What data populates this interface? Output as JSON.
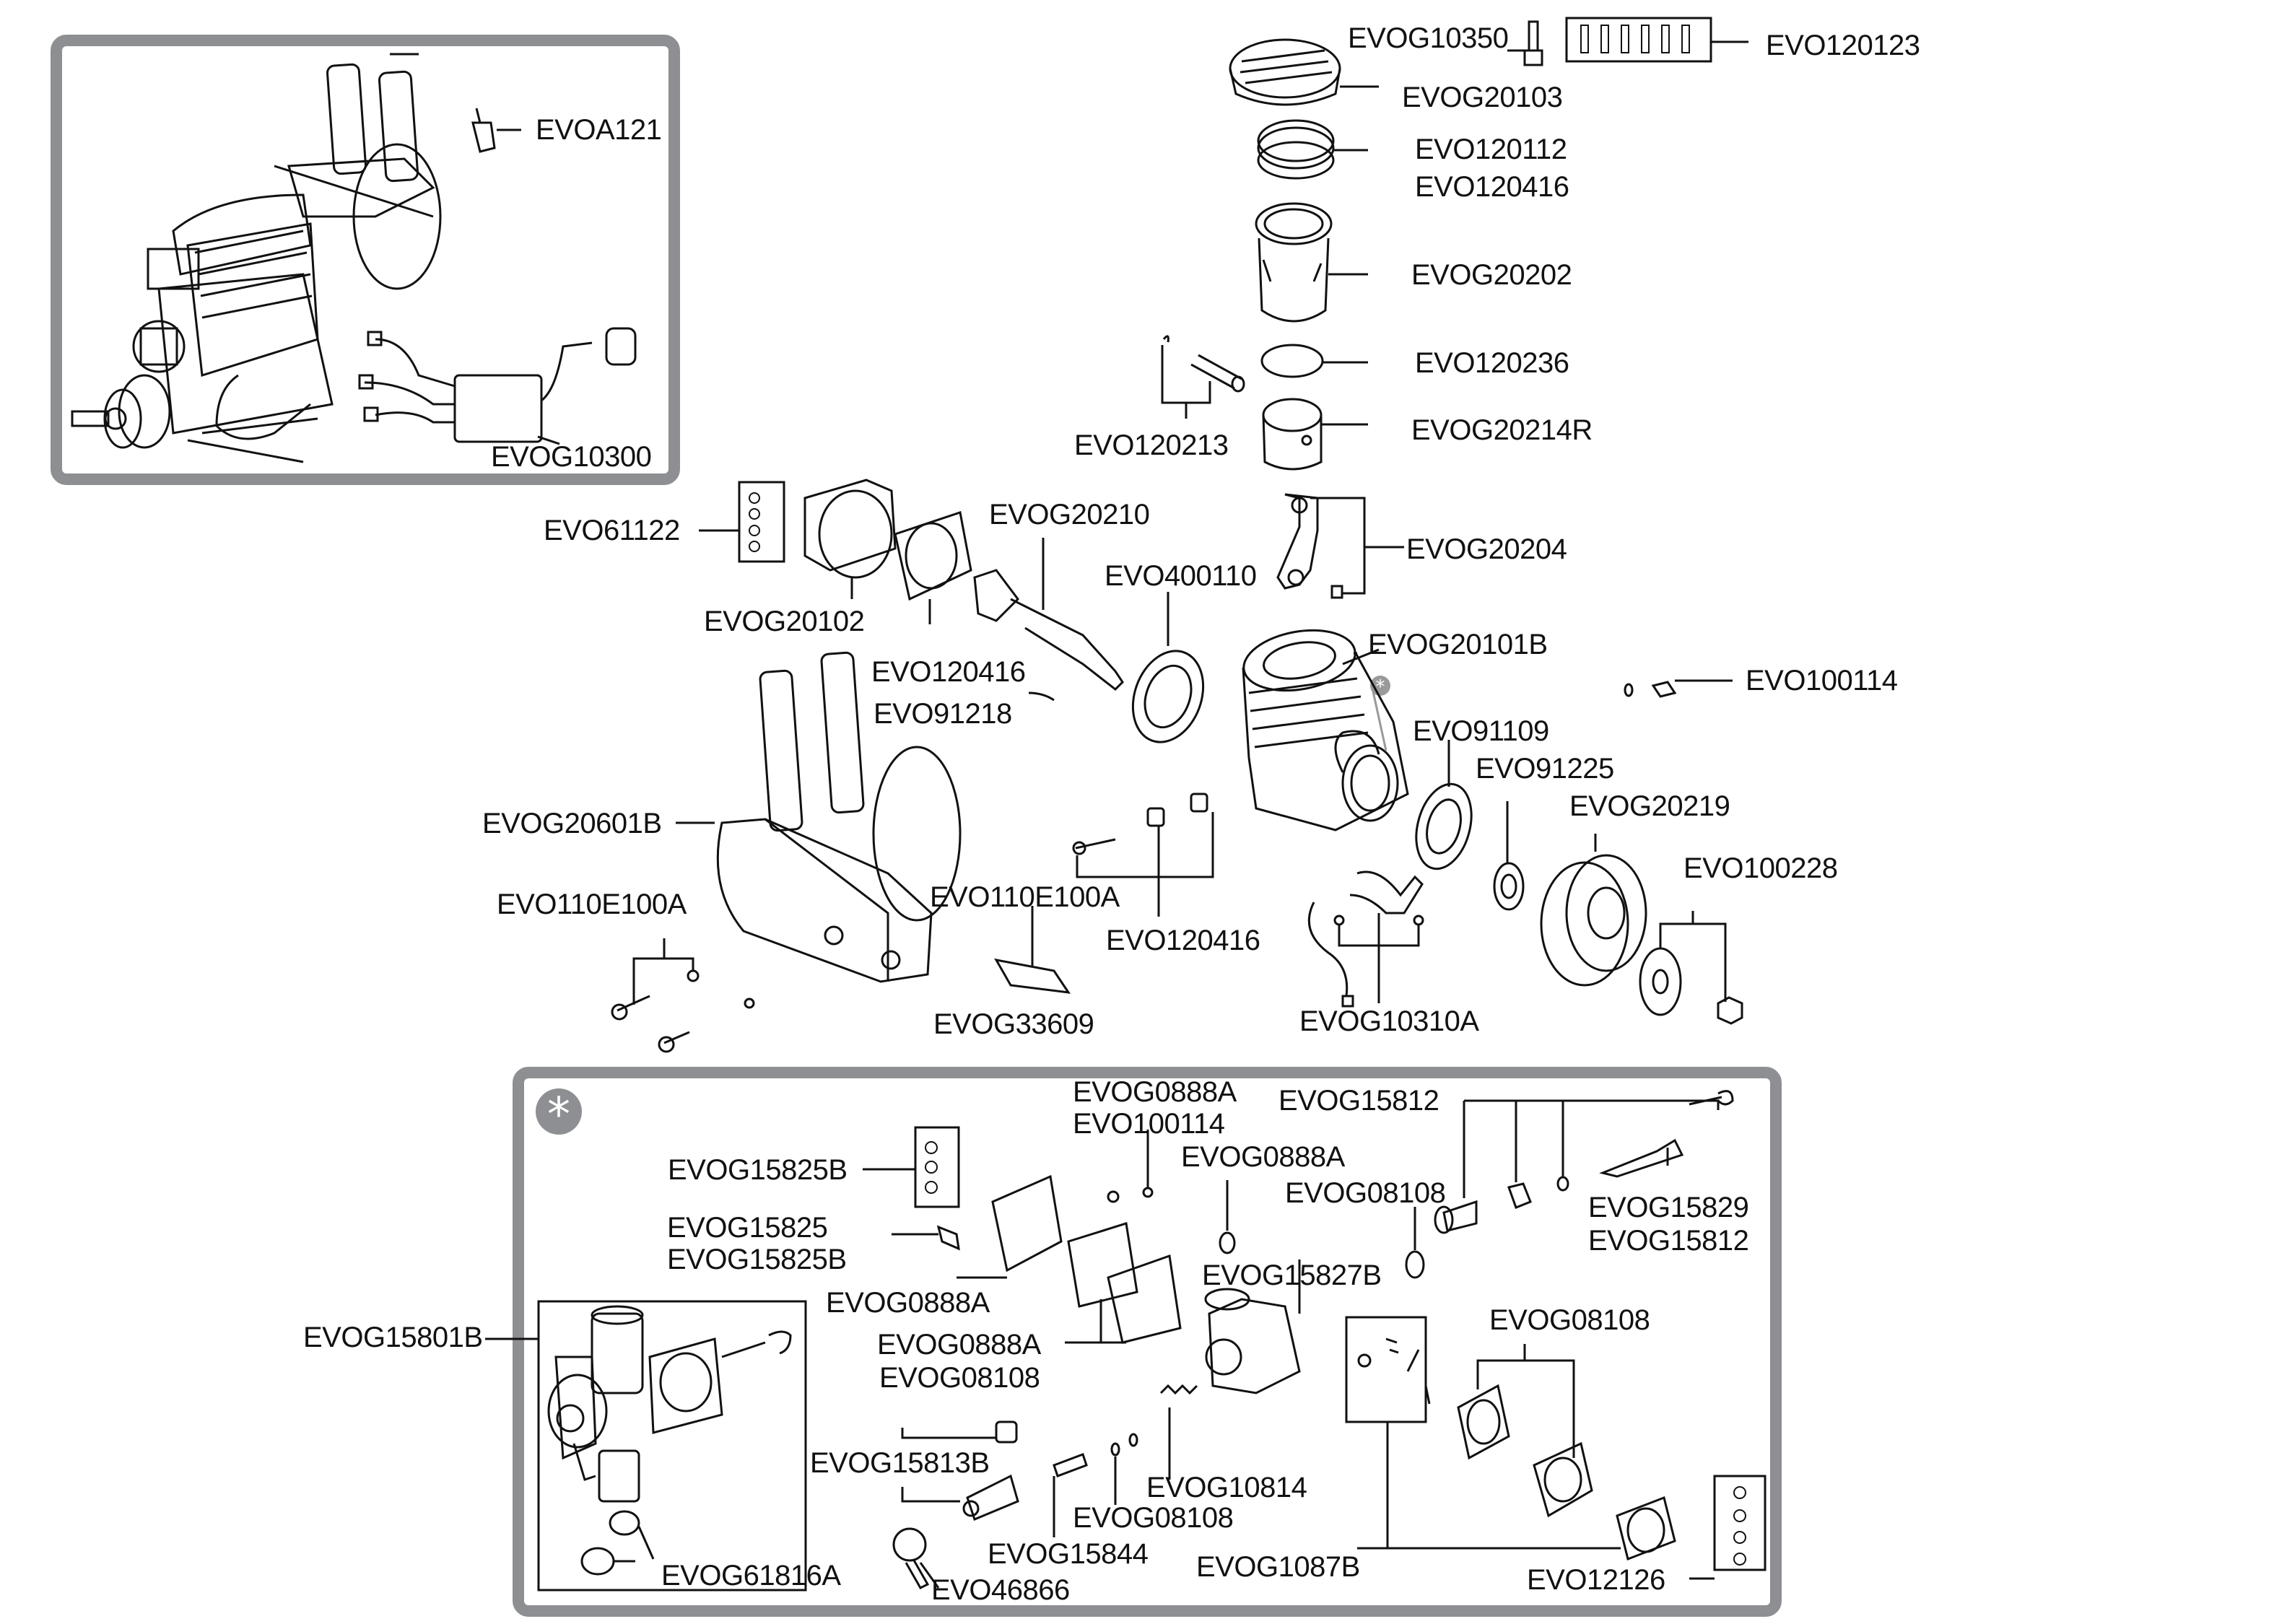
{
  "diagram": {
    "title": "Engine exploded parts diagram",
    "accent_border_color": "#8e8f93",
    "assembled_view": {
      "labels": [
        "EVOA121",
        "EVOG10300"
      ]
    },
    "main_labels": {
      "evog10350": "EVOG10350",
      "evo120123": "EVO120123",
      "evog20103": "EVOG20103",
      "evo120112": "EVO120112",
      "evo120416_a": "EVO120416",
      "evog20202": "EVOG20202",
      "evo120236": "EVO120236",
      "evo120213": "EVO120213",
      "evog20214r": "EVOG20214R",
      "evo61122": "EVO61122",
      "evog20210": "EVOG20210",
      "evog20204": "EVOG20204",
      "evo400110": "EVO400110",
      "evog20102": "EVOG20102",
      "evo120416_b": "EVO120416",
      "evo91218": "EVO91218",
      "evog20101b": "EVOG20101B",
      "evo100114": "EVO100114",
      "evo91109": "EVO91109",
      "evo91225": "EVO91225",
      "evog20219": "EVOG20219",
      "evog20601b": "EVOG20601B",
      "evo100228": "EVO100228",
      "evo110e100a_a": "EVO110E100A",
      "evo110e100a_b": "EVO110E100A",
      "evo120416_c": "EVO120416",
      "evog33609": "EVOG33609",
      "evog10310a": "EVOG10310A"
    },
    "carburetor_panel": {
      "badge": "*",
      "labels": {
        "evog0888a_top": "EVOG0888A",
        "evo100114": "EVO100114",
        "evog15812_top": "EVOG15812",
        "evog15825b_a": "EVOG15825B",
        "evog0888a_b": "EVOG0888A",
        "evog08108_a": "EVOG08108",
        "evog15829": "EVOG15829",
        "evog15812_b": "EVOG15812",
        "evog15825": "EVOG15825",
        "evog15825b_b": "EVOG15825B",
        "evog0888a_c": "EVOG0888A",
        "evog15827b": "EVOG15827B",
        "evog15801b": "EVOG15801B",
        "evog0888a_d": "EVOG0888A",
        "evog08108_b": "EVOG08108",
        "evog08108_c": "EVOG08108",
        "evog15813b": "EVOG15813B",
        "evog10814": "EVOG10814",
        "evog08108_d": "EVOG08108",
        "evog15844": "EVOG15844",
        "evog1087b": "EVOG1087B",
        "evog61816a": "EVOG61816A",
        "evo46866": "EVO46866",
        "evo12126": "EVO12126"
      }
    }
  }
}
